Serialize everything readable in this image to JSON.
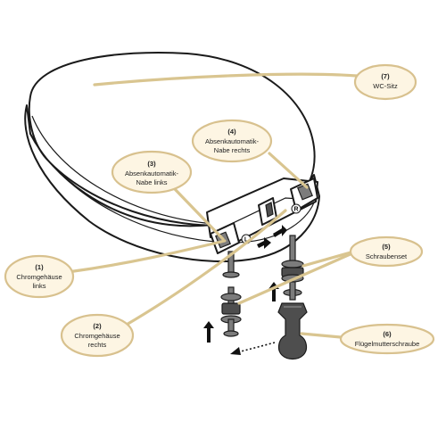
{
  "callouts": [
    {
      "id": "1",
      "number": "(1)",
      "lines": [
        "Chromgehäuse",
        "links"
      ]
    },
    {
      "id": "2",
      "number": "(2)",
      "lines": [
        "Chromgehäuse",
        "rechts"
      ]
    },
    {
      "id": "3",
      "number": "(3)",
      "lines": [
        "Absenkautomatik-",
        "Nabe links"
      ]
    },
    {
      "id": "4",
      "number": "(4)",
      "lines": [
        "Absenkautomatik-",
        "Nabe rechts"
      ]
    },
    {
      "id": "5",
      "number": "(5)",
      "lines": [
        "Schraubenset"
      ]
    },
    {
      "id": "6",
      "number": "(6)",
      "lines": [
        "Flügelmutterschraube"
      ]
    },
    {
      "id": "7",
      "number": "(7)",
      "lines": [
        "WC-Sitz"
      ]
    }
  ],
  "hinge_marks": {
    "left": "L",
    "right": "R"
  },
  "colors": {
    "callout_fill": "#fdf5e3",
    "callout_border": "#d8c18e",
    "leader": "#d9c590",
    "outline": "#1a1a1a"
  }
}
